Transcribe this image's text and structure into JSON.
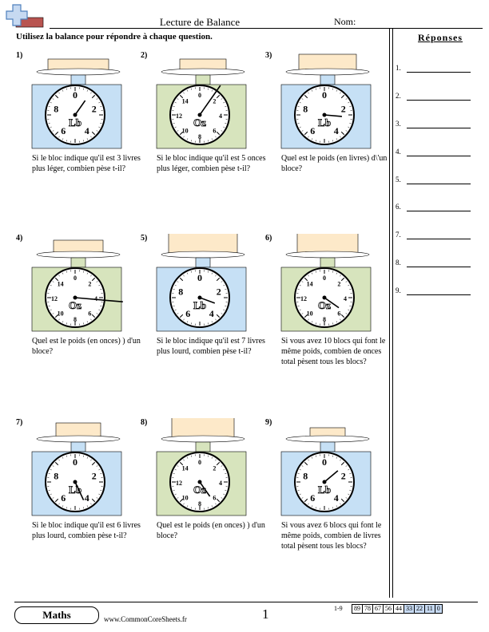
{
  "header": {
    "title": "Lecture de Balance",
    "name_label": "Nom:"
  },
  "instructions": "Utilisez la balance pour répondre à chaque question.",
  "answers": {
    "title": "Réponses",
    "items": [
      "1.",
      "2.",
      "3.",
      "4.",
      "5.",
      "6.",
      "7.",
      "8.",
      "9."
    ]
  },
  "questions": [
    {
      "number": "1)",
      "unit": "Lb",
      "dial_labels": [
        "0",
        "2",
        "4",
        "6",
        "8"
      ],
      "text": "Si le bloc indique qu'il est 3 livres plus léger, combien pèse t-il?"
    },
    {
      "number": "2)",
      "unit": "Oz",
      "dial_labels": [
        "0",
        "2",
        "4",
        "6",
        "8",
        "10",
        "12",
        "14"
      ],
      "text": "Si le bloc indique qu'il est 5 onces plus léger, combien pèse t-il?"
    },
    {
      "number": "3)",
      "unit": "Lb",
      "dial_labels": [
        "0",
        "2",
        "4",
        "6",
        "8"
      ],
      "text": "Quel est le poids (en livres) d\\'un bloce?"
    },
    {
      "number": "4)",
      "unit": "Oz",
      "dial_labels": [
        "0",
        "2",
        "4",
        "6",
        "8",
        "10",
        "12",
        "14"
      ],
      "text": "Quel est le poids (en onces) ) d'un bloce?"
    },
    {
      "number": "5)",
      "unit": "Lb",
      "dial_labels": [
        "0",
        "2",
        "4",
        "6",
        "8"
      ],
      "text": "Si le bloc indique qu'il est 7 livres plus lourd, combien pèse t-il?"
    },
    {
      "number": "6)",
      "unit": "Oz",
      "dial_labels": [
        "0",
        "2",
        "4",
        "6",
        "8",
        "10",
        "12",
        "14"
      ],
      "text": "Si vous avez 10 blocs qui font le même poids, combien de onces total pèsent tous les blocs?"
    },
    {
      "number": "7)",
      "unit": "Lb",
      "dial_labels": [
        "0",
        "2",
        "4",
        "6",
        "8"
      ],
      "text": "Si le bloc indique qu'il est 6 livres plus lourd, combien pèse t-il?"
    },
    {
      "number": "8)",
      "unit": "Oz",
      "dial_labels": [
        "0",
        "2",
        "4",
        "6",
        "8",
        "10",
        "12",
        "14"
      ],
      "text": "Quel est le poids (en onces) ) d'un bloce?"
    },
    {
      "number": "9)",
      "unit": "Lb",
      "dial_labels": [
        "0",
        "2",
        "4",
        "6",
        "8"
      ],
      "text": "Si vous avez 6 blocs qui font le même poids, combien de livres total pèsent tous les blocs?"
    }
  ],
  "footer": {
    "badge": "Maths",
    "website": "www.CommonCoreSheets.fr",
    "page": "1",
    "score_label": "1-9",
    "scores": [
      "89",
      "78",
      "67",
      "56",
      "44",
      "33",
      "22",
      "11",
      "0"
    ]
  },
  "colors": {
    "lb_body": "#c6e0f5",
    "oz_body": "#d7e4bd",
    "block": "#fde9c9"
  }
}
